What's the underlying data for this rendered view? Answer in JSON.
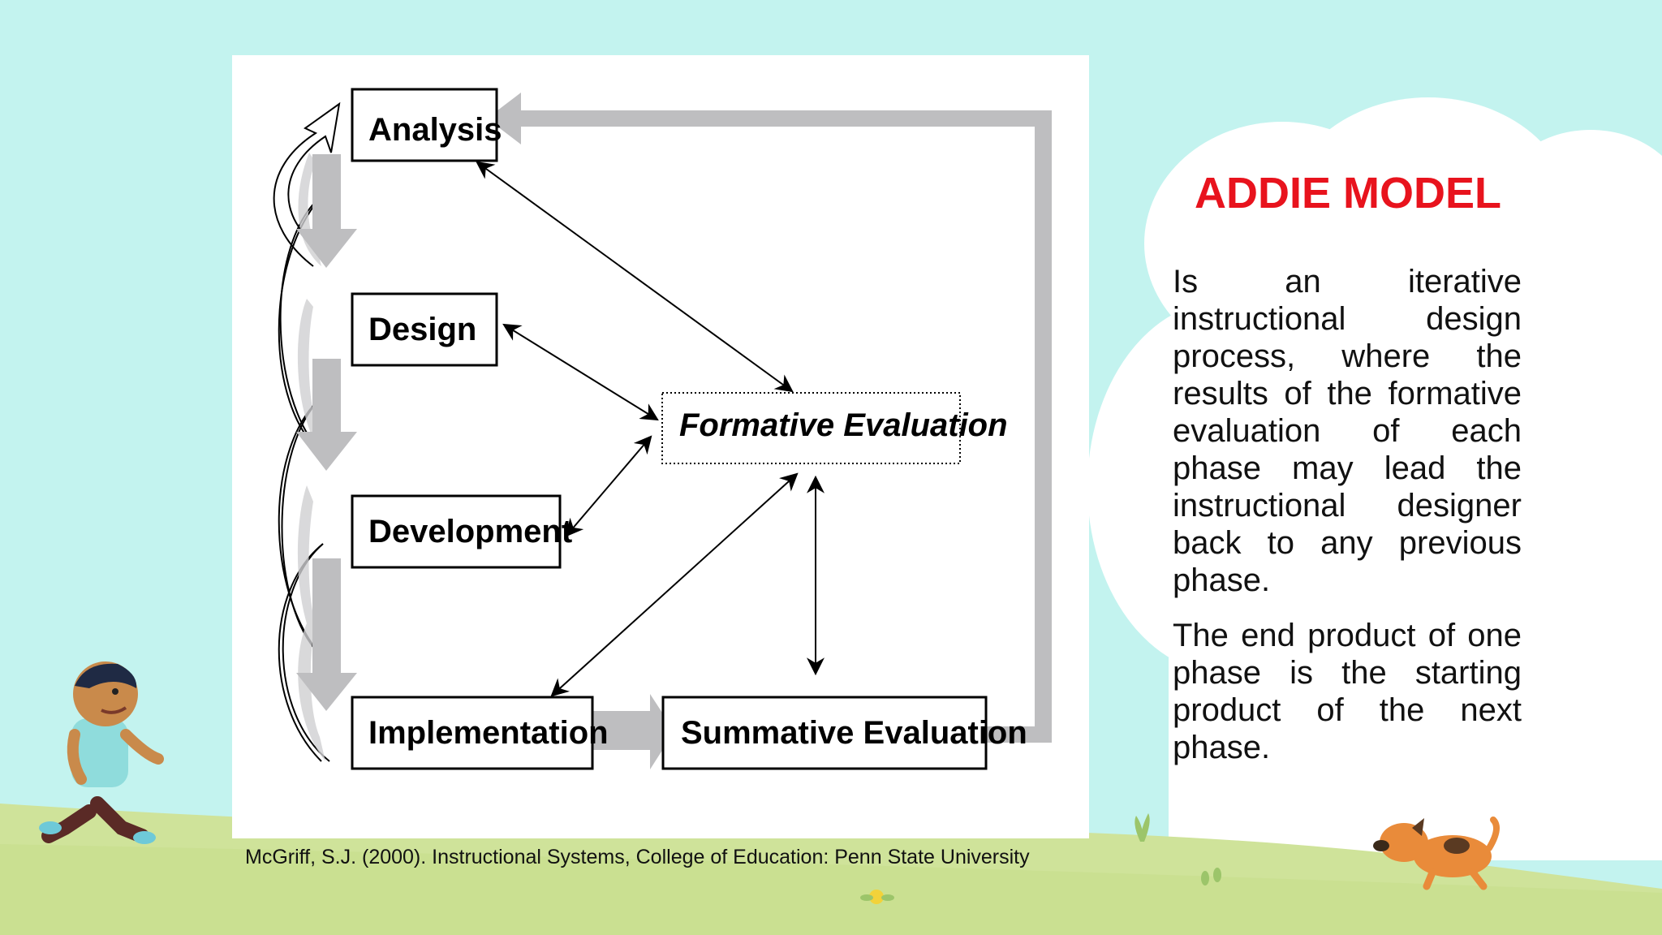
{
  "slide": {
    "title": "ADDIE MODEL",
    "paragraphs": [
      "Is an iterative instructional design process, where the results of the formative evaluation of each phase may lead the instructional designer back to any previous phase.",
      "The end product of one phase is the starting product of the next phase."
    ],
    "citation": "McGriff, S.J. (2000). Instructional Systems, College of Education: Penn State University"
  },
  "diagram": {
    "nodes": {
      "analysis": "Analysis",
      "design": "Design",
      "development": "Development",
      "implementation": "Implementation",
      "formative": "Formative Evaluation",
      "summative": "Summative Evaluation"
    }
  },
  "colors": {
    "sky": "#c3f3ef",
    "cloud": "#ffffff",
    "grass": "#cfe39a",
    "title": "#e8131d",
    "flow_arrow": "#bebec0"
  }
}
